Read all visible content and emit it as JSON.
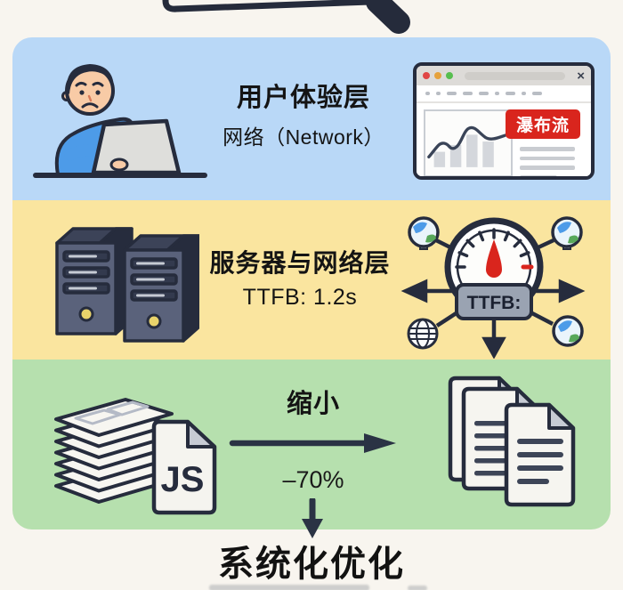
{
  "colors": {
    "bg": "#F8F5EF",
    "band_ux": "#B9D8F7",
    "band_server": "#FAE59F",
    "band_assets": "#B6E0AE",
    "ink": "#262C3D",
    "red": "#D9251D"
  },
  "ux_layer": {
    "title": "用户体验层",
    "subtitle": "网络（Network）",
    "browser": {
      "badge": "瀑布流",
      "close": "×"
    }
  },
  "server_layer": {
    "title": "服务器与网络层",
    "subtitle": "TTFB: 1.2s",
    "gauge_label": "TTFB:"
  },
  "assets_layer": {
    "action": "缩小",
    "delta": "–70%",
    "file_type": "JS"
  },
  "footer": {
    "caption": "系统化优化"
  }
}
